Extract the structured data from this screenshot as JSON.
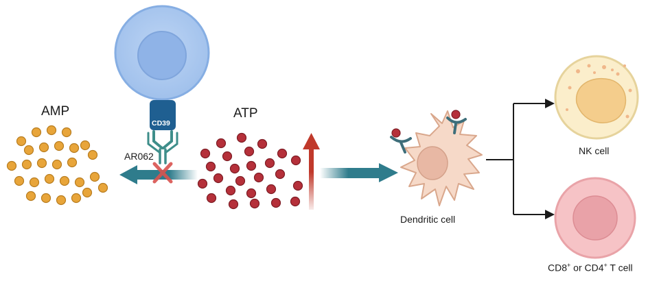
{
  "labels": {
    "amp": "AMP",
    "atp": "ATP",
    "cd39": "CD39",
    "ar062": "AR062",
    "dendritic": "Dendritic cell",
    "nk": "NK cell",
    "tcell_cd8": "CD8",
    "tcell_sup1": "+",
    "tcell_or": " or CD4",
    "tcell_sup2": "+",
    "tcell_tail": " T cell"
  },
  "colors": {
    "amp_dot": "#e8a53a",
    "atp_dot": "#b5303a",
    "arrow_teal": "#2f7c8c",
    "red_up_arrow": "#c0392b",
    "x_mark": "#d9534f",
    "cd39_receptor": "#1f5f91",
    "antibody": "#3e8e8a",
    "immune_cell_blue": "#a9c7ee",
    "nk_cell": "#fbeecb",
    "t_cell": "#f6c3c6",
    "dendritic_cell": "#f6d9c8"
  }
}
